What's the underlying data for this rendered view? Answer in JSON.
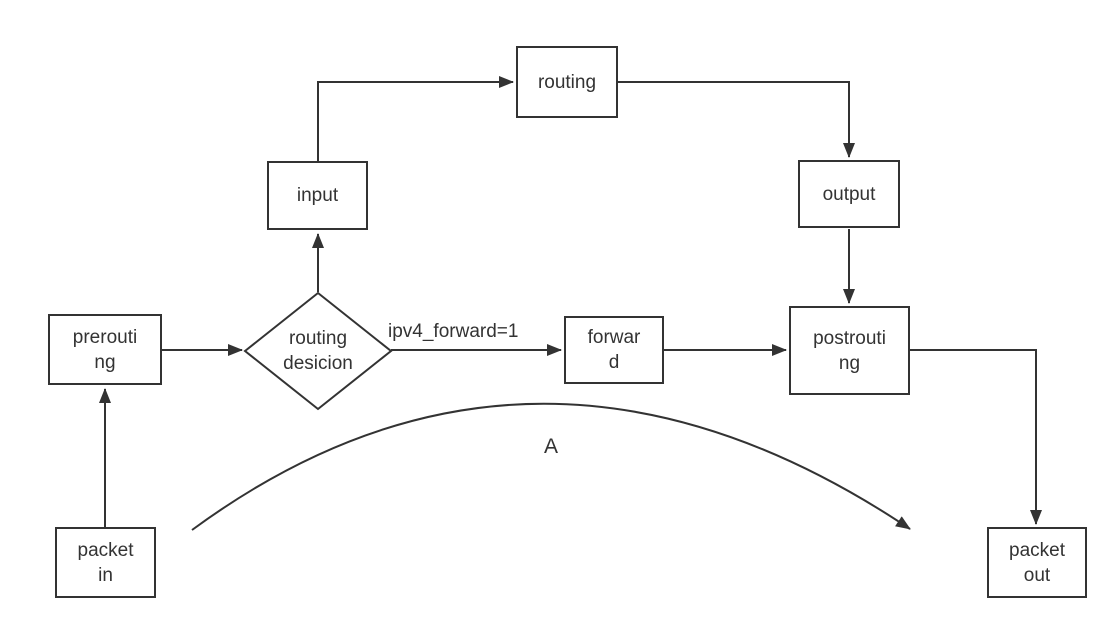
{
  "diagram": {
    "title_hint": "netfilter packet flow chart",
    "colors": {
      "background": "#ffffff",
      "line": "#333333",
      "text": "#333333",
      "node_fill": "#ffffff"
    },
    "nodes": {
      "packet_in": {
        "label": "packet\nin",
        "shape": "rect"
      },
      "prerouting": {
        "label": "prerouti\nng",
        "shape": "rect"
      },
      "routing_decision": {
        "label": "routing\ndesicion",
        "shape": "diamond"
      },
      "input": {
        "label": "input",
        "shape": "rect"
      },
      "routing": {
        "label": "routing",
        "shape": "rect"
      },
      "output": {
        "label": "output",
        "shape": "rect"
      },
      "forward": {
        "label": "forwar\nd",
        "shape": "rect"
      },
      "postrouting": {
        "label": "postrouti\nng",
        "shape": "rect"
      },
      "packet_out": {
        "label": "packet\nout",
        "shape": "rect"
      }
    },
    "edge_labels": {
      "forward_condition": "ipv4_forward=1",
      "curve": "A"
    },
    "edges": [
      {
        "from": "packet_in",
        "to": "prerouting"
      },
      {
        "from": "prerouting",
        "to": "routing_decision"
      },
      {
        "from": "routing_decision",
        "to": "input"
      },
      {
        "from": "input",
        "to": "routing"
      },
      {
        "from": "routing",
        "to": "output"
      },
      {
        "from": "output",
        "to": "postrouting"
      },
      {
        "from": "routing_decision",
        "to": "forward",
        "label": "ipv4_forward=1"
      },
      {
        "from": "forward",
        "to": "postrouting"
      },
      {
        "from": "postrouting",
        "to": "packet_out"
      },
      {
        "from": "packet_in",
        "to": "packet_out",
        "label": "A",
        "style": "curved-bypass"
      }
    ]
  }
}
